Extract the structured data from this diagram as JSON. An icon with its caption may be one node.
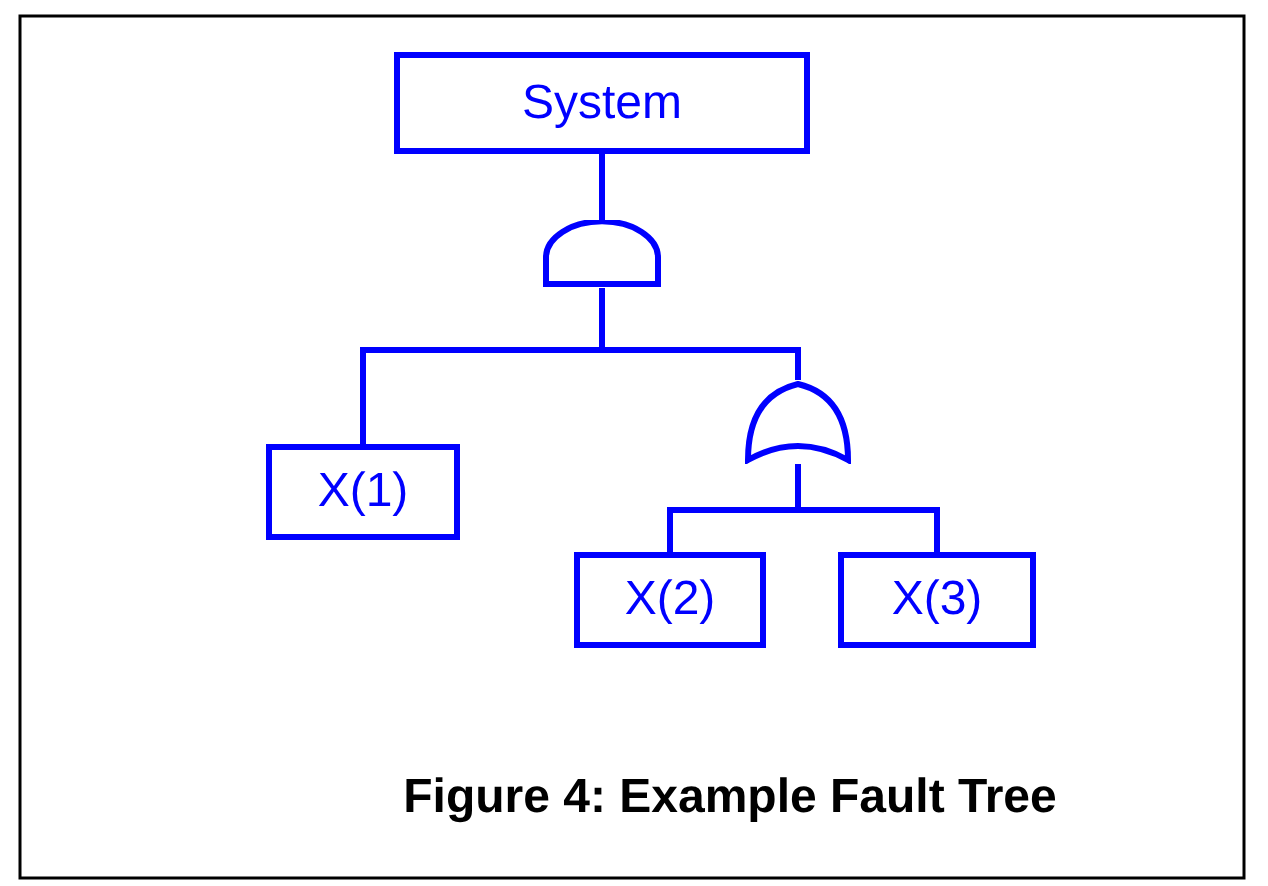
{
  "diagram": {
    "caption": "Figure 4: Example Fault Tree",
    "nodes": [
      {
        "text": [
          "System"
        ]
      },
      {
        "text": [],
        "shape": "semicircle"
      },
      {
        "text": [
          "X(1)"
        ]
      },
      {
        "text": [],
        "shape": "shield"
      },
      {
        "text": [
          "X(2)"
        ]
      },
      {
        "text": [
          "X(3)"
        ]
      }
    ],
    "edges": [
      {
        "from": 0,
        "to": 1,
        "arrow": "none"
      },
      {
        "from": 1,
        "to": 2,
        "arrow": "none"
      },
      {
        "from": 1,
        "to": 3,
        "arrow": "none"
      },
      {
        "from": 3,
        "to": 4,
        "arrow": "none"
      },
      {
        "from": 3,
        "to": 5,
        "arrow": "none"
      }
    ]
  }
}
